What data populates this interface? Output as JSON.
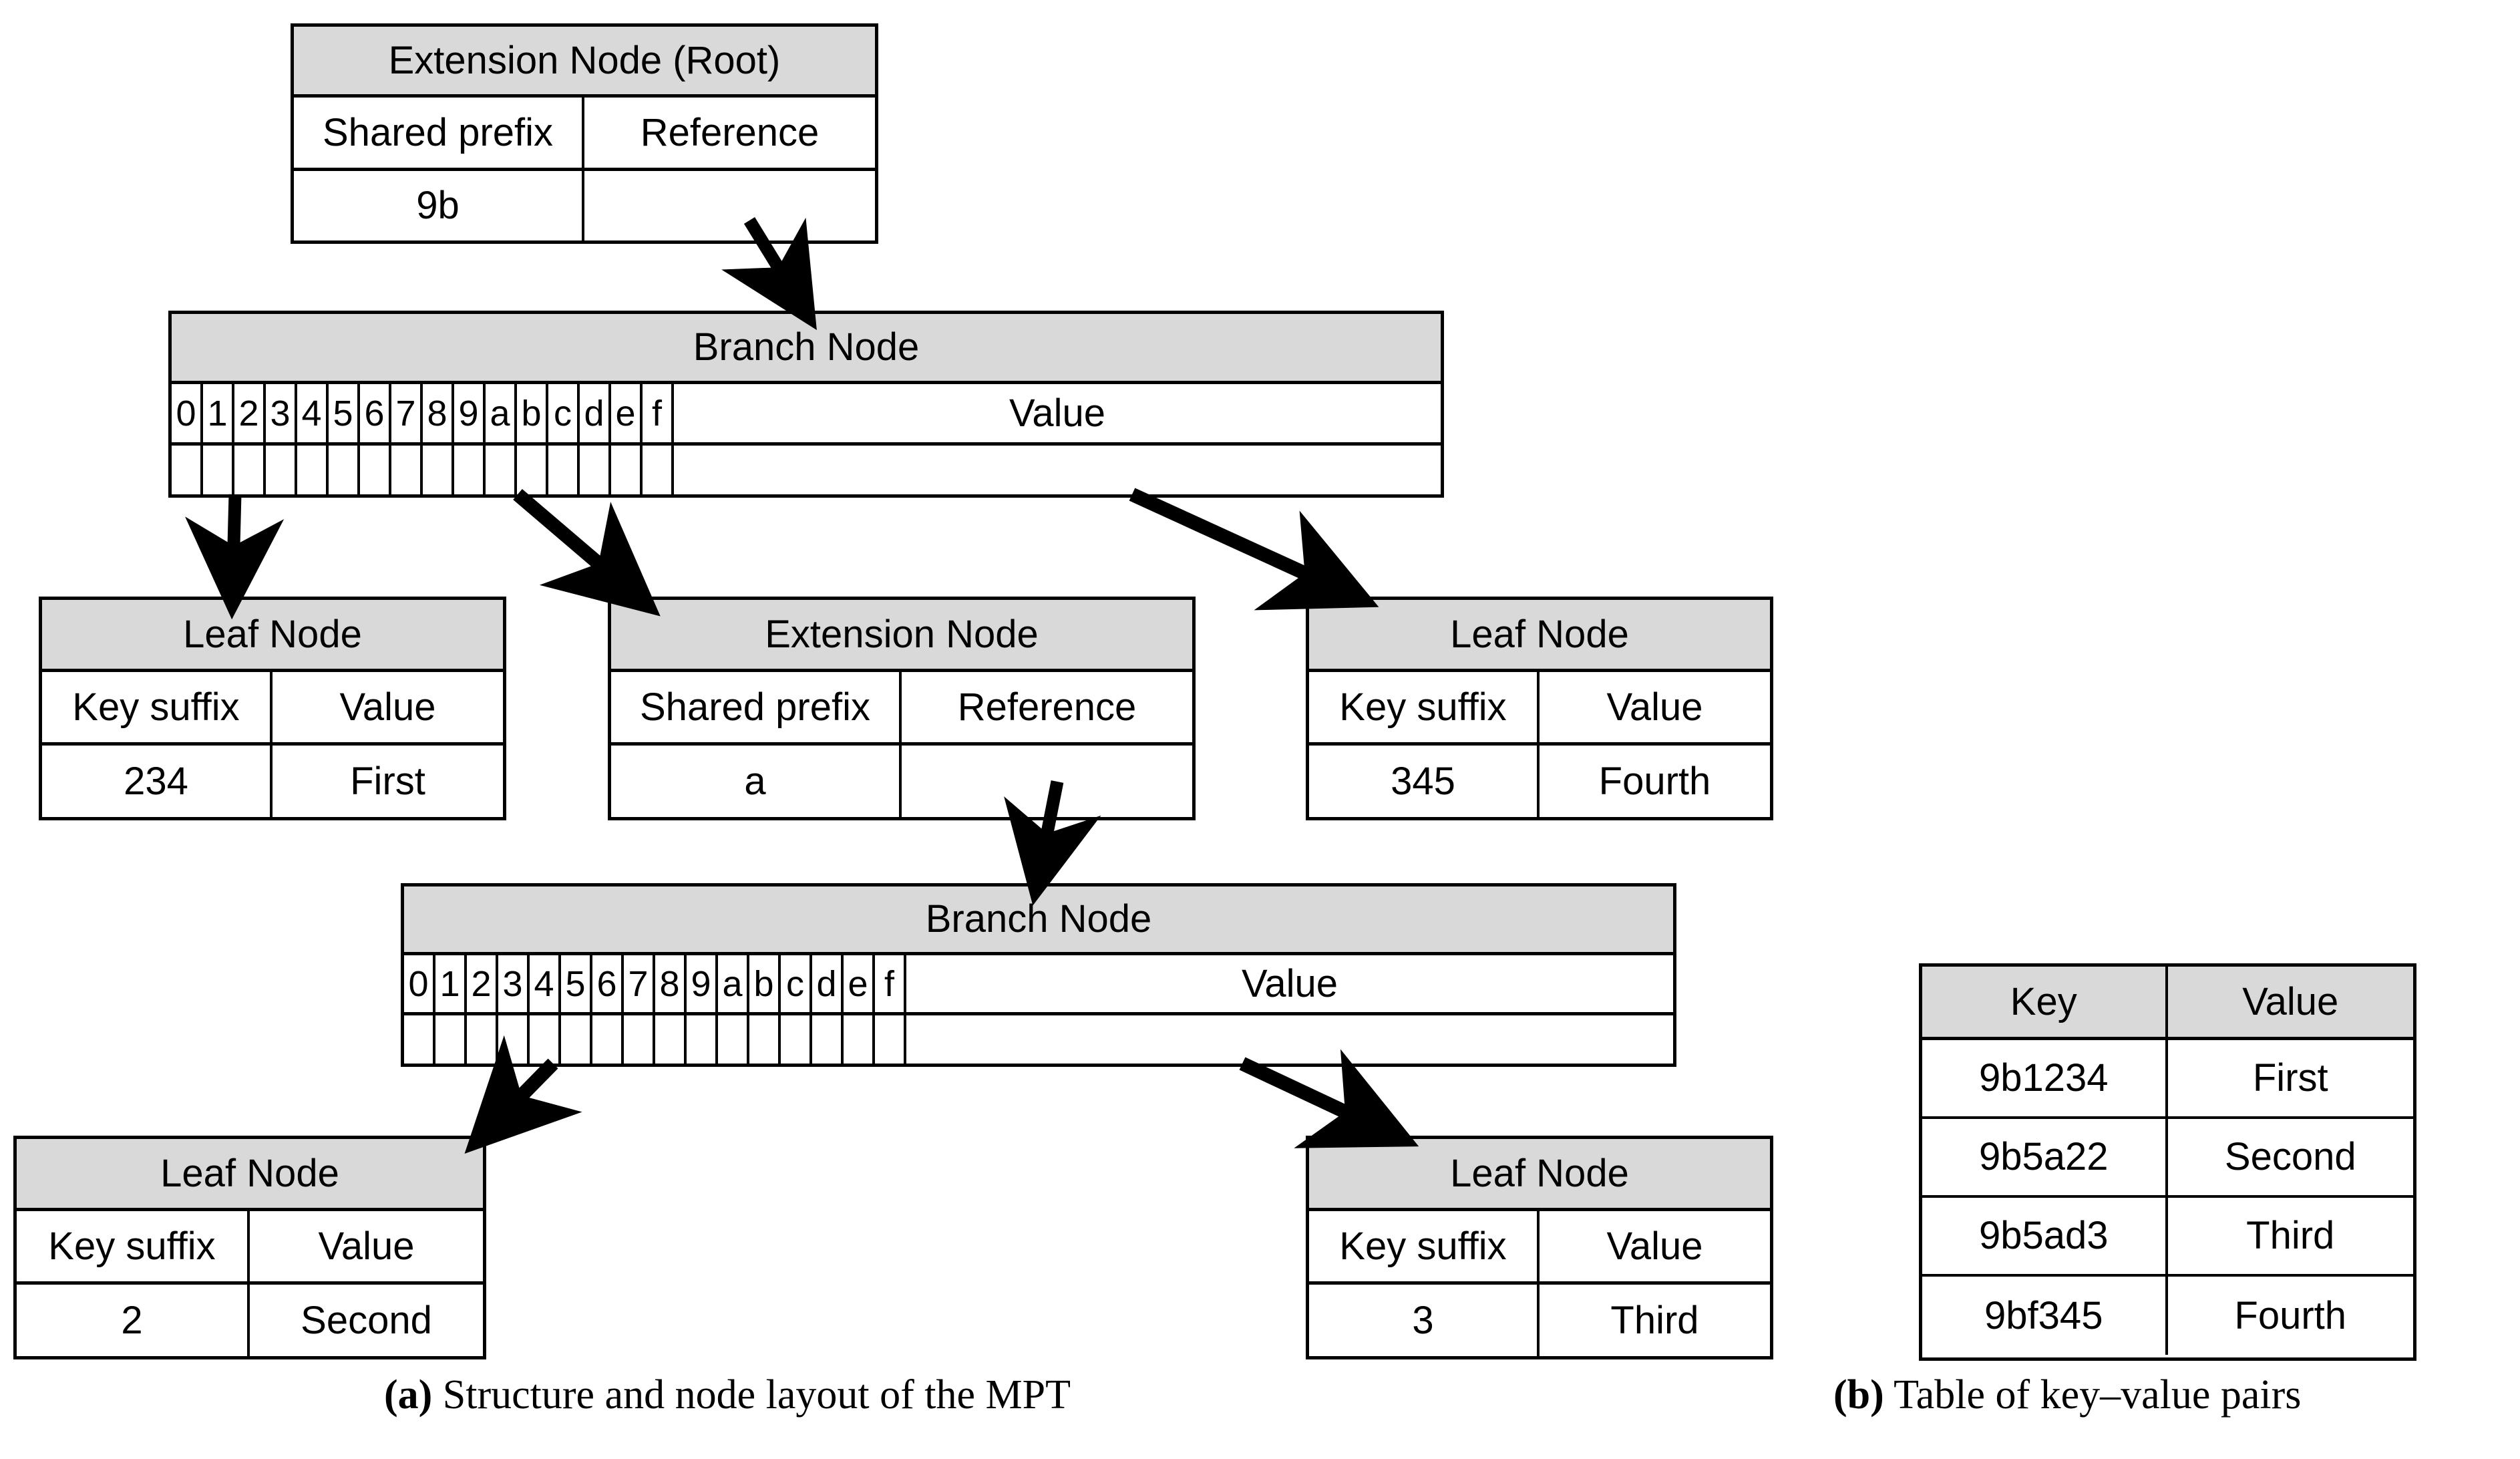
{
  "figure": {
    "caption_a_label": "(a)",
    "caption_a_text": " Structure and node layout of the MPT",
    "caption_b_label": "(b)",
    "caption_b_text": " Table of key–value pairs"
  },
  "colors": {
    "header_fill": "#d9d9d9",
    "border": "#000000",
    "background": "#ffffff"
  },
  "nibbles": [
    "0",
    "1",
    "2",
    "3",
    "4",
    "5",
    "6",
    "7",
    "8",
    "9",
    "a",
    "b",
    "c",
    "d",
    "e",
    "f"
  ],
  "mpt": {
    "root_extension": {
      "title": "Extension Node (Root)",
      "col1_header": "Shared prefix",
      "col2_header": "Reference",
      "col1_value": "9b",
      "col2_value": ""
    },
    "branch_1": {
      "title": "Branch Node",
      "value_header": "Value",
      "value_cell": "",
      "slots": [
        "",
        "",
        "",
        "",
        "",
        "",
        "",
        "",
        "",
        "",
        "",
        "",
        "",
        "",
        "",
        ""
      ]
    },
    "leaf_first": {
      "title": "Leaf Node",
      "col1_header": "Key suffix",
      "col2_header": "Value",
      "col1_value": "234",
      "col2_value": "First"
    },
    "extension_2": {
      "title": "Extension Node",
      "col1_header": "Shared prefix",
      "col2_header": "Reference",
      "col1_value": "a",
      "col2_value": ""
    },
    "leaf_fourth": {
      "title": "Leaf Node",
      "col1_header": "Key suffix",
      "col2_header": "Value",
      "col1_value": "345",
      "col2_value": "Fourth"
    },
    "branch_2": {
      "title": "Branch Node",
      "value_header": "Value",
      "value_cell": "",
      "slots": [
        "",
        "",
        "",
        "",
        "",
        "",
        "",
        "",
        "",
        "",
        "",
        "",
        "",
        "",
        "",
        ""
      ]
    },
    "leaf_second": {
      "title": "Leaf Node",
      "col1_header": "Key suffix",
      "col2_header": "Value",
      "col1_value": "2",
      "col2_value": "Second"
    },
    "leaf_third": {
      "title": "Leaf Node",
      "col1_header": "Key suffix",
      "col2_header": "Value",
      "col1_value": "3",
      "col2_value": "Third"
    }
  },
  "kv_table": {
    "headers": [
      "Key",
      "Value"
    ],
    "rows": [
      {
        "key": "9b1234",
        "value": "First"
      },
      {
        "key": "9b5a22",
        "value": "Second"
      },
      {
        "key": "9b5ad3",
        "value": "Third"
      },
      {
        "key": "9bf345",
        "value": "Fourth"
      }
    ]
  }
}
